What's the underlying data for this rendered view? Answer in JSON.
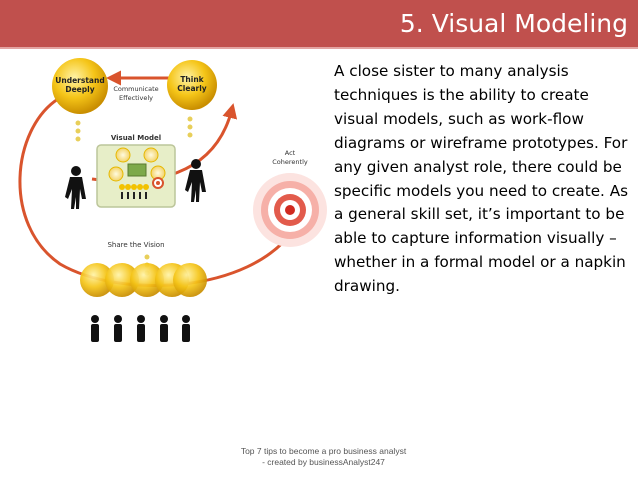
{
  "slide": {
    "title": "5. Visual Modeling",
    "body": "A close sister to many analysis techniques is the ability to create visual models, such as work-flow diagrams or wireframe prototypes. For any given analyst role, there could be specific models you need to create. As a general skill set, it’s important to be able to capture information visually – whether in a formal model or a napkin drawing.",
    "footer_line1": "Top 7 tips to become a pro business analyst",
    "footer_line2": "- created by businessAnalyst247"
  },
  "diagram": {
    "understand_1": "Understand",
    "understand_2": "Deeply",
    "communicate_1": "Communicate",
    "communicate_2": "Effectively",
    "think_1": "Think",
    "think_2": "Clearly",
    "visual_model": "Visual Model",
    "act_1": "Act",
    "act_2": "Coherently",
    "share": "Share the Vision"
  },
  "colors": {
    "title_bar": "#c0504d",
    "arrow": "#d9542d",
    "circle_yellow": "#f2c200"
  }
}
